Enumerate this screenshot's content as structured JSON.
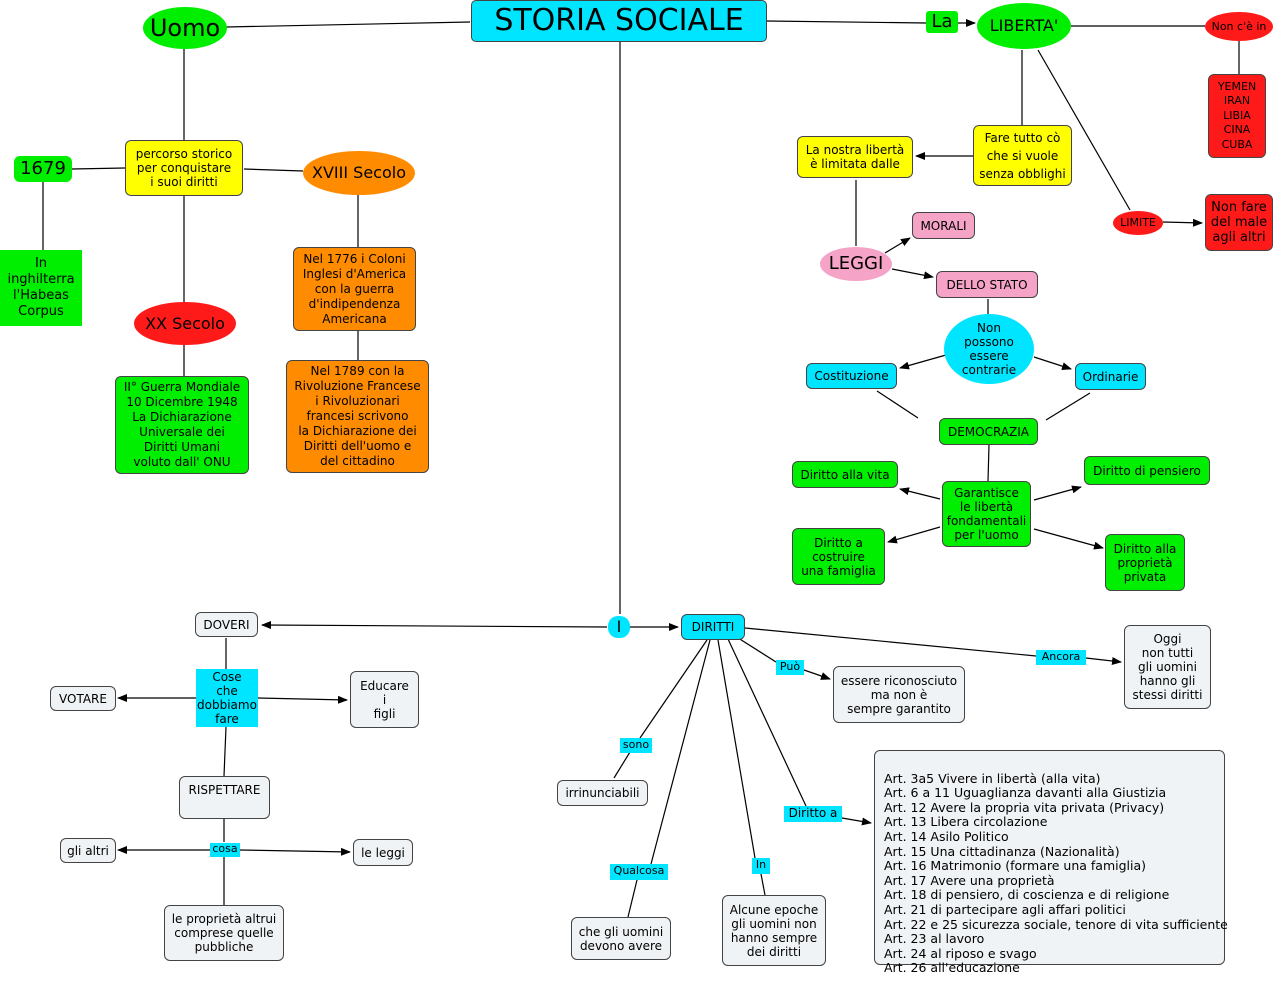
{
  "colors": {
    "cyan": "#00e5ff",
    "green": "#00ee00",
    "yellow": "#ffff00",
    "orange": "#ff8c00",
    "red": "#ff1a1a",
    "pink": "#f5a3c7",
    "grey": "#f0f3f5",
    "line": "#000000"
  },
  "nodes": {
    "storia_sociale": "STORIA SOCIALE",
    "uomo": "Uomo",
    "percorso": "percorso storico\nper conquistare\ni suoi diritti",
    "y1679": "1679",
    "habeas": "In\ninghilterra\nl'Habeas\nCorpus",
    "xviii": "XVIII Secolo",
    "xx": "XX Secolo",
    "onu": "II° Guerra Mondiale\n10 Dicembre 1948\nLa Dichiarazione\nUniversale dei\nDiritti Umani\nvoluto dall' ONU",
    "n1776": "Nel 1776 i Coloni\nInglesi d'America\ncon la guerra\nd'indipendenza\nAmericana",
    "n1789": "Nel 1789 con la\nRivoluzione Francese\ni Rivoluzionari\nfrancesi scrivono\nla Dichiarazione dei\nDiritti dell'uomo e\ndel cittadino",
    "liberta": "LIBERTA'",
    "non_ce_in": "Non c'è in",
    "paesi": "YEMEN\nIRAN\nLIBIA\nCINA\nCUBA",
    "fare_tutto": "Fare tutto cò\nche si vuole\nsenza obblighi",
    "limitata": "La nostra libertà\nè limitata dalle",
    "limite": "LIMITE",
    "non_fare": "Non fare\ndel male\nagli altri",
    "leggi": "LEGGI",
    "morali": "MORALI",
    "dello_stato": "DELLO STATO",
    "non_possono": "Non\npossono\nessere\ncontrarie",
    "costituzione": "Costituzione",
    "ordinarie": "Ordinarie",
    "democrazia": "DEMOCRAZIA",
    "garantisce": "Garantisce\nle libertà\nfondamentali\nper l'uomo",
    "diritto_vita": "Diritto alla vita",
    "diritto_pensiero": "Diritto di pensiero",
    "diritto_famiglia": "Diritto a\ncostruire\nuna famiglia",
    "diritto_proprieta": "Diritto alla\nproprietà\nprivata",
    "doveri": "DOVERI",
    "cose": "Cose\nche\ndobbiamo\nfare",
    "votare": "VOTARE",
    "educare": "Educare\ni\nfigli",
    "rispettare": "RISPETTARE",
    "gli_altri": "gli altri",
    "le_leggi": "le leggi",
    "proprieta_altrui": "le proprietà altrui\ncomprese quelle\npubbliche",
    "diritti": "DIRITTI",
    "riconosciuto": "essere riconosciuto\nma non è\nsempre garantito",
    "oggi": "Oggi\nnon tutti\ngli uomini\nhanno gli\nstessi diritti",
    "irrinunciabili": "irrinunciabili",
    "che_gli_uomini": "che gli uomini\ndevono avere",
    "alcune_epoche": "Alcune epoche\ngli uomini non\nhanno sempre\ndei diritti",
    "articoli": [
      "Art. 3a5 Vivere in libertà (alla vita)",
      "Art. 6 a 11 Uguaglianza davanti alla Giustizia",
      "Art. 12 Avere la propria vita privata (Privacy)",
      "Art. 13 Libera circolazione",
      "Art. 14 Asilo Politico",
      "Art. 15 Una cittadinanza (Nazionalità)",
      "Art. 16 Matrimonio (formare una famiglia)",
      "Art. 17 Avere una proprietà",
      "Art. 18 di pensiero, di coscienza e di religione",
      "Art. 21 di partecipare agli affari politici",
      "Art. 22 e 25 sicurezza sociale, tenore di vita sufficiente",
      "Art. 23 al lavoro",
      "Art. 24 al riposo e svago",
      "Art. 26 all'educazione"
    ]
  },
  "labels": {
    "la": "La",
    "i": "I",
    "puo": "Può",
    "ancora": "Ancora",
    "sono": "sono",
    "qualcosa": "Qualcosa",
    "in": "In",
    "diritto_a": "Diritto a",
    "cosa": "cosa"
  }
}
